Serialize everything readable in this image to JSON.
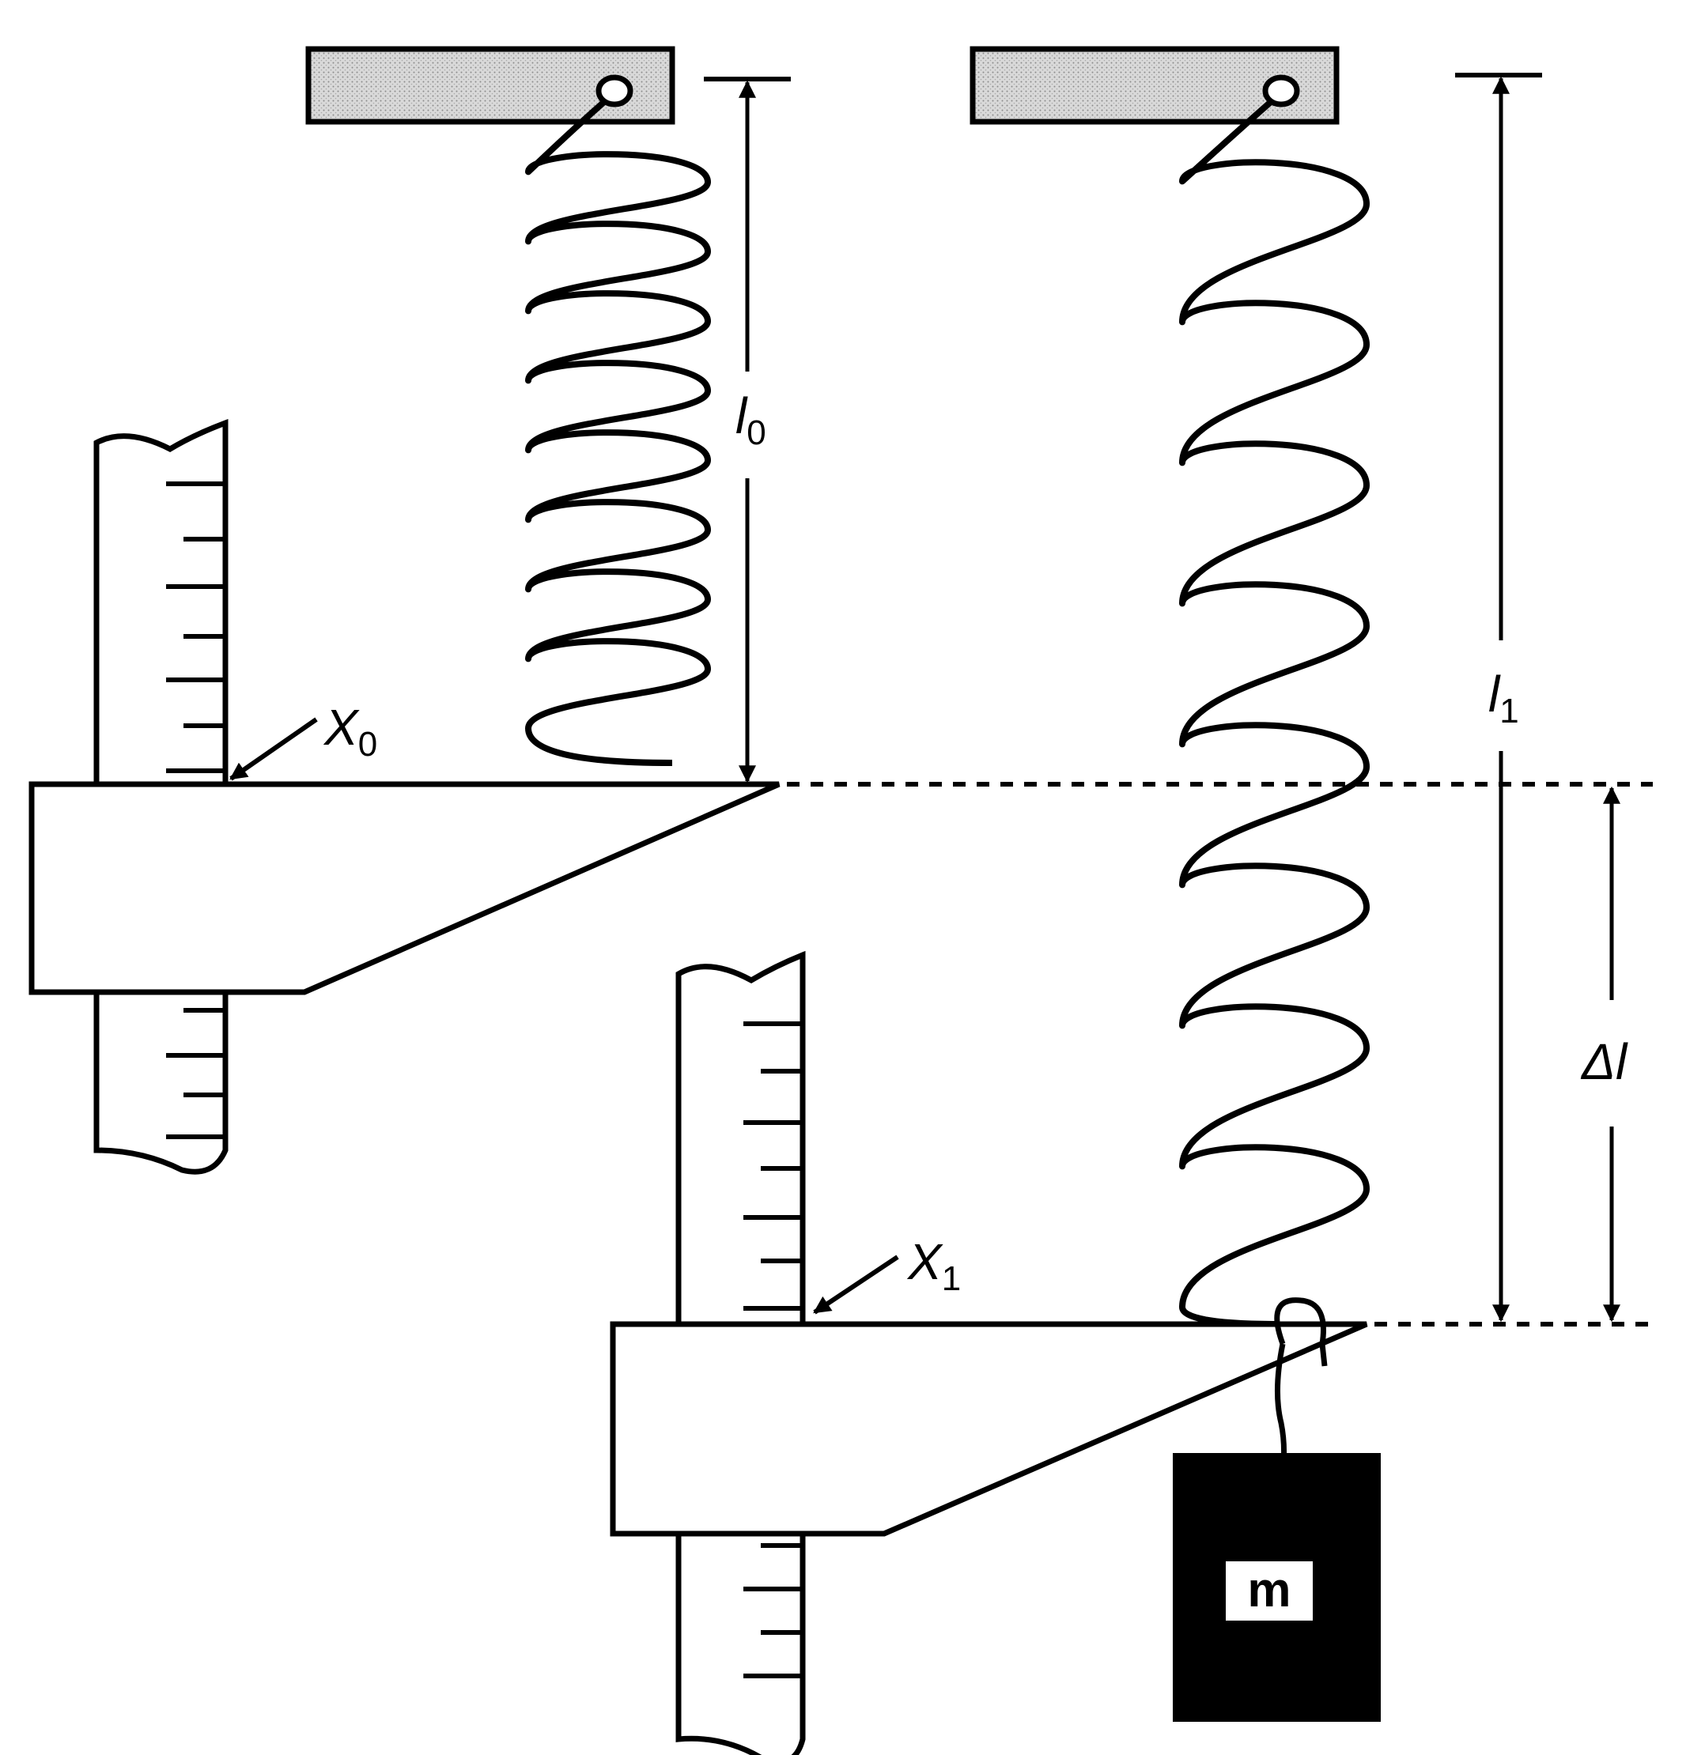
{
  "labels": {
    "l0": {
      "main": "l",
      "sub": "0"
    },
    "l1": {
      "main": "l",
      "sub": "1"
    },
    "x0": {
      "main": "X",
      "sub": "0"
    },
    "x1": {
      "main": "X",
      "sub": "1"
    },
    "delta_l": {
      "main": "Δl"
    },
    "mass": "m"
  },
  "colors": {
    "ink": "#000000",
    "paper": "#ffffff",
    "support_fill": "#d6d6d6"
  }
}
